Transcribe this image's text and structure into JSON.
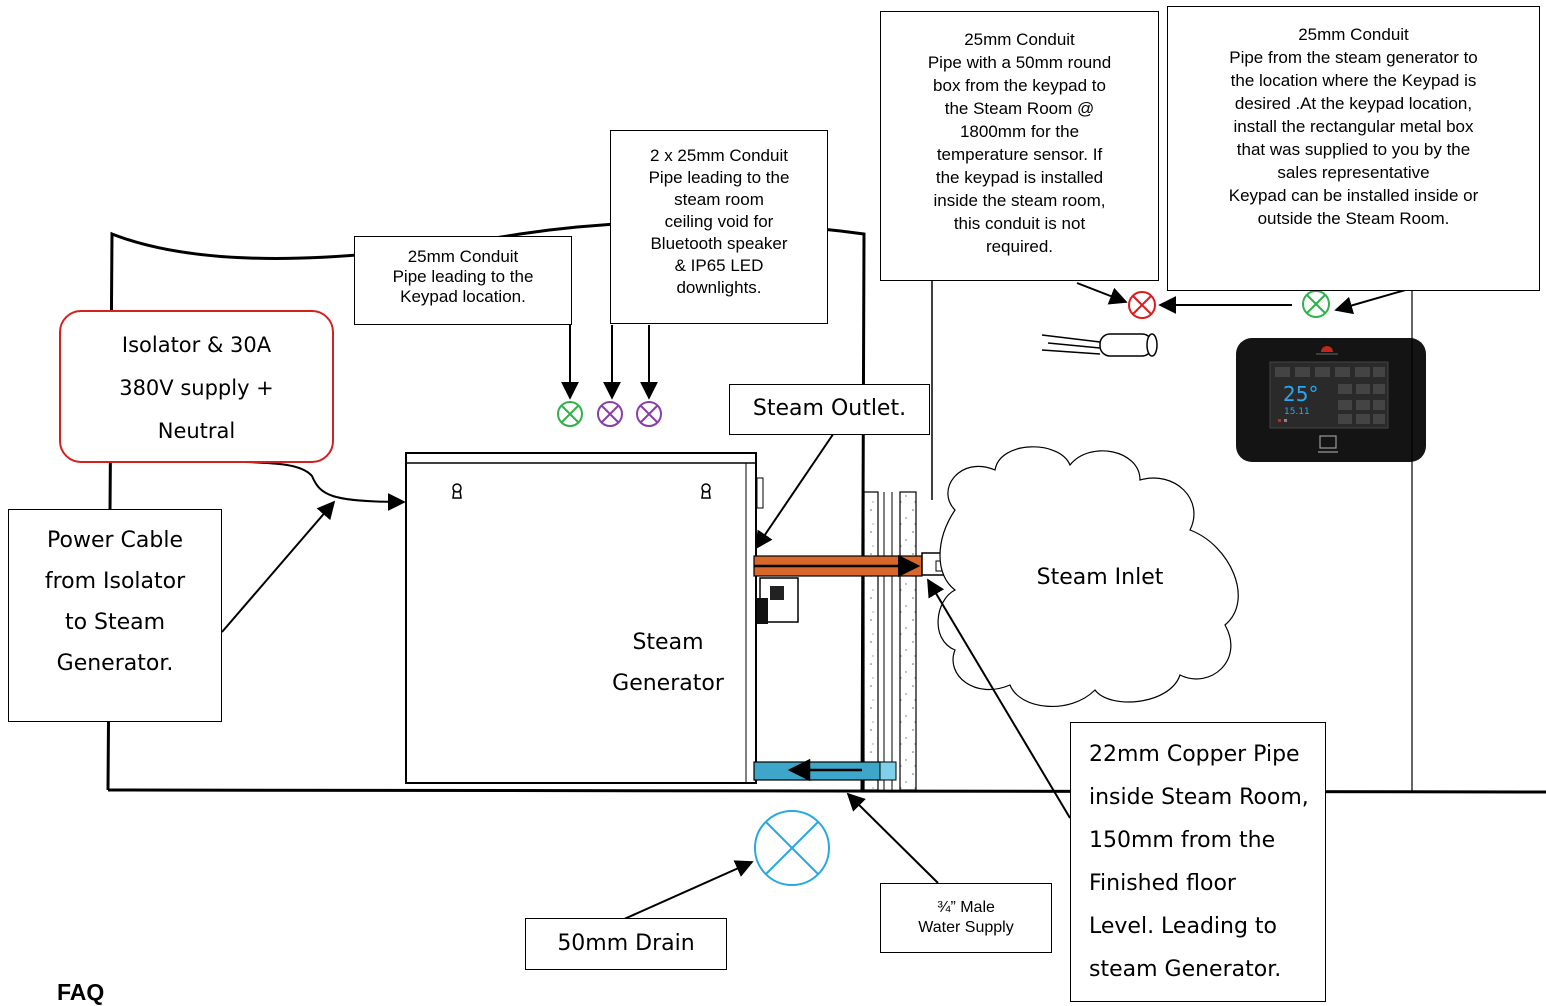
{
  "labels": {
    "conduit_keypad": "25mm Conduit\nPipe leading to the\nKeypad location.",
    "conduit_ceiling": "2 x 25mm Conduit\nPipe leading to the\nsteam room\nceiling void for\nBluetooth speaker\n& IP65 LED\ndownlights.",
    "conduit_sensor": "25mm Conduit\nPipe with a 50mm round\nbox from the keypad to\nthe Steam Room @\n1800mm for the\ntemperature sensor. If\nthe keypad is installed\ninside the steam room,\nthis conduit is not\nrequired.",
    "conduit_generator": "25mm Conduit\nPipe from the steam generator to\nthe location where the Keypad is\ndesired .At the keypad location,\ninstall the rectangular metal box\nthat was supplied to you by the\nsales representative\nKeypad can be installed inside or\noutside the Steam Room.",
    "isolator": "Isolator & 30A\n380V supply +\nNeutral",
    "steam_outlet": "Steam Outlet.",
    "power_cable": "Power Cable\nfrom Isolator\nto Steam\nGenerator.",
    "steam_generator": "Steam\nGenerator",
    "steam_inlet": "Steam Inlet",
    "copper_pipe": "22mm Copper Pipe\ninside Steam Room,\n150mm from the\nFinished floor\nLevel. Leading to\nsteam Generator.",
    "water_supply": "¾” Male\nWater Supply",
    "drain": "50mm Drain",
    "faq": "FAQ"
  },
  "keypad": {
    "temperature": "25°",
    "time": "15.11"
  },
  "colors": {
    "conduit_green": "#2fb24a",
    "conduit_purple": "#8a3fa8",
    "sensor_red": "#e0181c",
    "drain_blue": "#29a8e0",
    "isolator_border": "#d62020",
    "steam_pipe": "#d8682a",
    "water_pipe": "#3ea6c9",
    "keypad_body": "#141414",
    "keypad_screen": "#2a2a2a",
    "keypad_digits": "#29a8f0"
  },
  "icons": [
    "conduit-marker-icon",
    "sensor-marker-icon",
    "drain-marker-icon",
    "temperature-sensor-icon",
    "keypad-device-icon",
    "steam-cloud-icon"
  ]
}
